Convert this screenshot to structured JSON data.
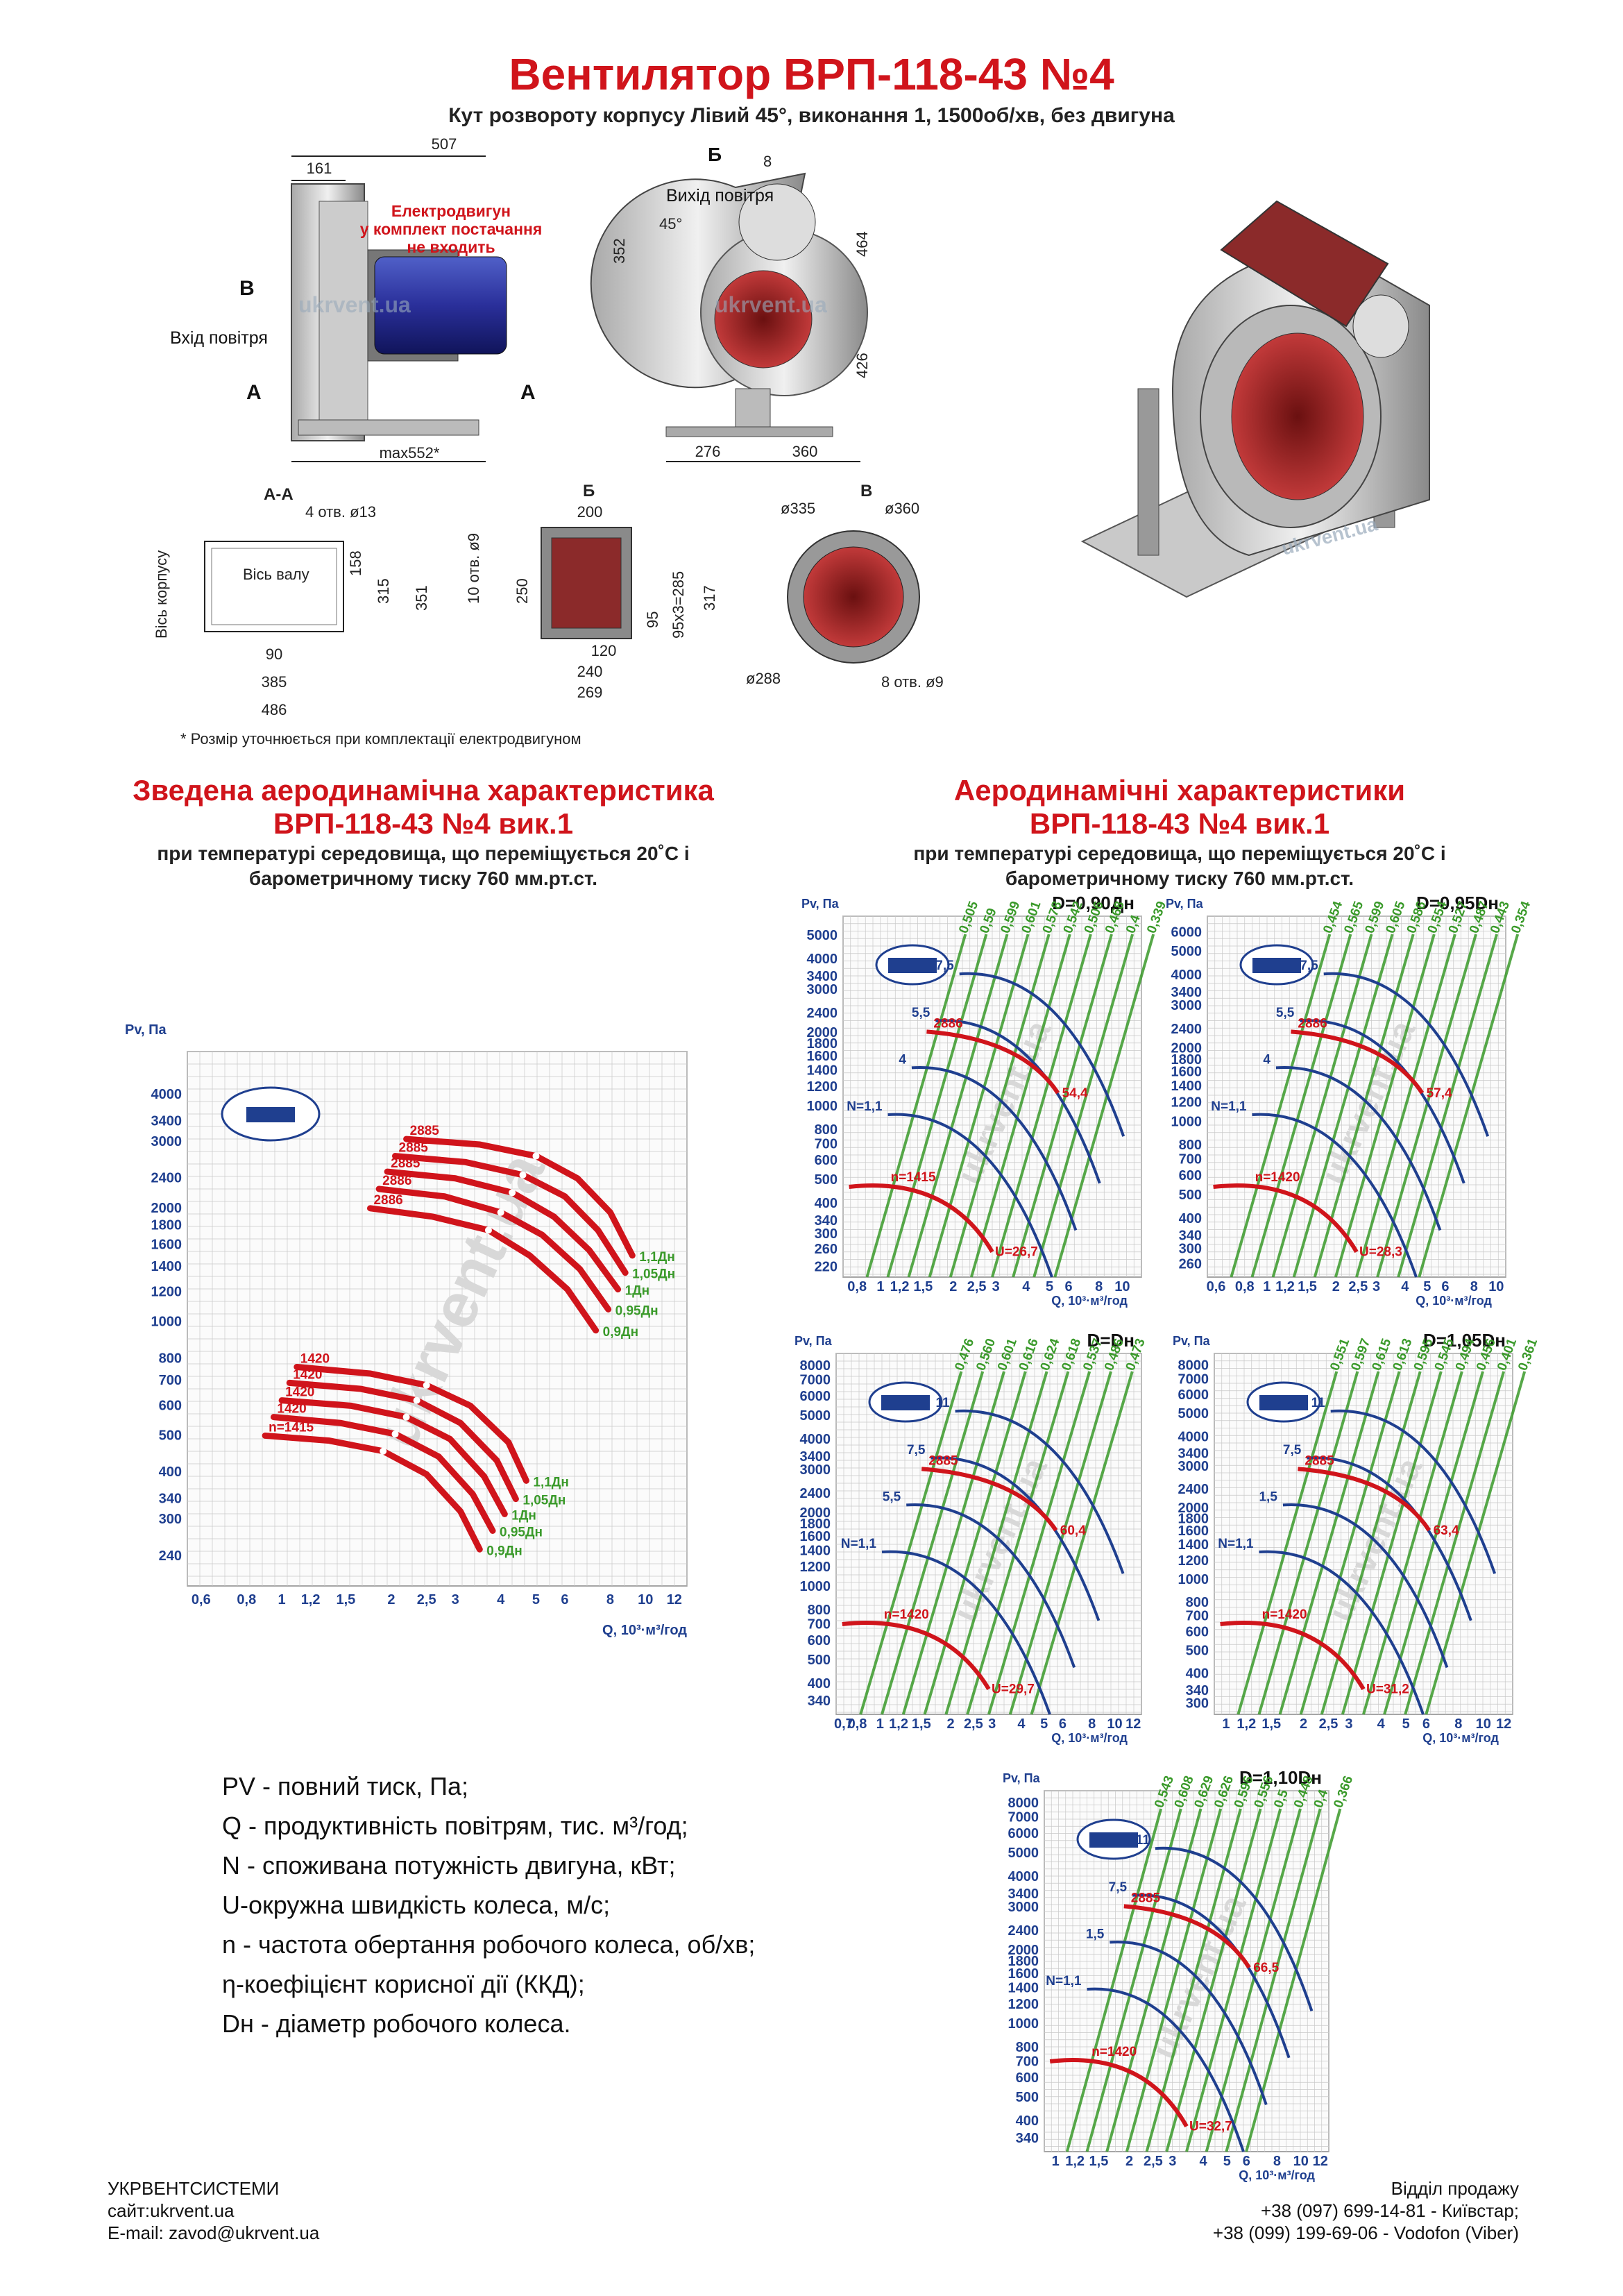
{
  "header": {
    "title": "Вентилятор ВРП-118-43 №4",
    "subtitle": "Кут розвороту корпусу Лівий 45°, виконання 1, 1500об/хв, без двигуна"
  },
  "drawing": {
    "motor_note": [
      "Електродвигун",
      "у комплект постачання",
      "не входить"
    ],
    "inlet_label": "Вхід повітря",
    "outlet_label": "Вихід повітря",
    "watermark": "ukrvent.ua",
    "angle": "45°",
    "view_B": "В",
    "view_A": "А",
    "view_Bv": "Б",
    "section_AA": "А-А",
    "shaft_axis": "Вісь валу",
    "body_axis": "Вісь корпусу",
    "holes_13": "4 отв. ø13",
    "holes_9_10": "10 отв. ø9",
    "holes_9_8": "8 отв. ø9",
    "dims_side": [
      "507",
      "161",
      "max552*"
    ],
    "dims_front": [
      "8",
      "352",
      "464",
      "426",
      "276",
      "360"
    ],
    "dims_aa": [
      "158",
      "315",
      "351",
      "90",
      "385",
      "486"
    ],
    "dims_b": [
      "200",
      "250",
      "95",
      "95х3=285",
      "317",
      "120",
      "240",
      "269"
    ],
    "dims_v": [
      "ø335",
      "ø360",
      "ø288"
    ],
    "footnote": "* Розмір уточнюється при комплектації електродвигуном"
  },
  "section_left": {
    "title_lines": [
      "Зведена аеродинамічна характеристика",
      "ВРП-118-43 №4 вик.1"
    ],
    "sub_lines": [
      "при температурі середовища, що переміщується 20˚С і",
      "барометричному тиску 760 мм.рт.ст."
    ]
  },
  "section_right": {
    "title_lines": [
      "Аеродинамічні характеристики",
      "ВРП-118-43 №4 вик.1"
    ],
    "sub_lines": [
      "при температурі середовища, що переміщується 20˚С і",
      "барометричному тиску 760 мм.рт.ст."
    ]
  },
  "chart_data": [
    {
      "type": "line",
      "title": "Зведена аеродинамічна характеристика ВРП-118-43 №4 вик.1",
      "ylabel": "Pᵥ, Па",
      "xlabel": "Q, 10³·м³/год",
      "x_ticks": [
        "0,6",
        "0,8",
        "1",
        "1,2",
        "1,5",
        "2",
        "2,5",
        "3",
        "4",
        "5",
        "6",
        "8",
        "10",
        "12"
      ],
      "y_ticks": [
        "240",
        "300",
        "340",
        "400",
        "500",
        "600",
        "700",
        "800",
        "1000",
        "1200",
        "1400",
        "1600",
        "1800",
        "2000",
        "2400",
        "3000",
        "3400",
        "4000"
      ],
      "y_scale": "log",
      "x_scale": "log",
      "series": [
        {
          "name": "1,1Дн",
          "rpm": "2885",
          "x": [
            2.2,
            3.5,
            5,
            6.5,
            8.0,
            9.2
          ],
          "y": [
            3050,
            2950,
            2750,
            2400,
            1950,
            1500
          ]
        },
        {
          "name": "1,05Дн",
          "rpm": "2885",
          "x": [
            2.05,
            3.2,
            4.6,
            6.0,
            7.4,
            8.8
          ],
          "y": [
            2750,
            2650,
            2450,
            2150,
            1750,
            1350
          ]
        },
        {
          "name": "1Дн",
          "rpm": "2885",
          "x": [
            1.95,
            3.0,
            4.3,
            5.6,
            7.0,
            8.4
          ],
          "y": [
            2500,
            2400,
            2200,
            1900,
            1550,
            1220
          ]
        },
        {
          "name": "0,95Дн",
          "rpm": "2886",
          "x": [
            1.85,
            2.8,
            4.0,
            5.2,
            6.6,
            7.9
          ],
          "y": [
            2250,
            2150,
            1950,
            1700,
            1380,
            1080
          ]
        },
        {
          "name": "0,9Дн",
          "rpm": "2886",
          "x": [
            1.75,
            2.6,
            3.7,
            4.8,
            6.1,
            7.3
          ],
          "y": [
            2000,
            1900,
            1750,
            1500,
            1220,
            950
          ]
        },
        {
          "name": "1,1Дн",
          "rpm": "1420",
          "x": [
            1.1,
            1.75,
            2.5,
            3.3,
            4.2,
            4.7
          ],
          "y": [
            760,
            730,
            680,
            600,
            480,
            380
          ]
        },
        {
          "name": "1,05Дн",
          "rpm": "1420",
          "x": [
            1.05,
            1.65,
            2.35,
            3.1,
            3.9,
            4.4
          ],
          "y": [
            690,
            665,
            620,
            540,
            430,
            340
          ]
        },
        {
          "name": "1Дн",
          "rpm": "1420",
          "x": [
            1.0,
            1.55,
            2.2,
            2.9,
            3.6,
            4.1
          ],
          "y": [
            620,
            600,
            560,
            490,
            390,
            310
          ]
        },
        {
          "name": "0,95Дн",
          "rpm": "1420",
          "x": [
            0.95,
            1.45,
            2.05,
            2.7,
            3.35,
            3.8
          ],
          "y": [
            560,
            540,
            505,
            440,
            350,
            280
          ]
        },
        {
          "name": "0,9Дн",
          "rpm": "1415",
          "x": [
            0.9,
            1.35,
            1.9,
            2.5,
            3.1,
            3.5
          ],
          "y": [
            500,
            485,
            455,
            395,
            315,
            250
          ]
        }
      ]
    },
    {
      "type": "line",
      "title": "D=0,90Дн",
      "rpm_high": "2886",
      "rpm_low": "n=1415",
      "u_high": "54,4",
      "u_low": "U=26,7",
      "power": [
        "N=1,1",
        "4",
        "5,5",
        "7,5"
      ],
      "eff": [
        "0,505",
        "0,59",
        "0,599",
        "0,601",
        "0,578",
        "0,542",
        "0,506",
        "0,468",
        "0,4",
        "0,339"
      ],
      "x_ticks": [
        "0,8",
        "1",
        "1,2",
        "1,5",
        "2",
        "2,5",
        "3",
        "4",
        "5",
        "6",
        "8",
        "10"
      ],
      "y_ticks": [
        "220",
        "260",
        "300",
        "340",
        "400",
        "500",
        "600",
        "700",
        "800",
        "1000",
        "1200",
        "1400",
        "1600",
        "1800",
        "2000",
        "2400",
        "3000",
        "3400",
        "4000",
        "5000"
      ]
    },
    {
      "type": "line",
      "title": "D=0,95Dн",
      "rpm_high": "2886",
      "rpm_low": "n=1420",
      "u_high": "57,4",
      "u_low": "U=28,3",
      "power": [
        "N=1,1",
        "4",
        "5,5",
        "7,5"
      ],
      "eff": [
        "0,454",
        "0,565",
        "0,599",
        "0,605",
        "0,586",
        "0,554",
        "0,527",
        "0,487",
        "0,443",
        "0,354"
      ],
      "x_ticks": [
        "0,6",
        "0,8",
        "1",
        "1,2",
        "1,5",
        "2",
        "2,5",
        "3",
        "4",
        "5",
        "6",
        "8",
        "10"
      ],
      "y_ticks": [
        "260",
        "300",
        "340",
        "400",
        "500",
        "600",
        "700",
        "800",
        "1000",
        "1200",
        "1400",
        "1600",
        "1800",
        "2000",
        "2400",
        "3000",
        "3400",
        "4000",
        "5000",
        "6000"
      ]
    },
    {
      "type": "line",
      "title": "D=Dн",
      "rpm_high": "2885",
      "rpm_low": "n=1420",
      "u_high": "60,4",
      "u_low": "U=29,7",
      "power": [
        "N=1,1",
        "5,5",
        "7,5",
        "11"
      ],
      "eff": [
        "0,476",
        "0,560",
        "0,601",
        "0,616",
        "0,624",
        "0,618",
        "0,537",
        "0,486",
        "0,473"
      ],
      "x_ticks": [
        "0,7",
        "0,8",
        "1",
        "1,2",
        "1,5",
        "2",
        "2,5",
        "3",
        "4",
        "5",
        "6",
        "8",
        "10",
        "12"
      ],
      "y_ticks": [
        "340",
        "400",
        "500",
        "600",
        "700",
        "800",
        "1000",
        "1200",
        "1400",
        "1600",
        "1800",
        "2000",
        "2400",
        "3000",
        "3400",
        "4000",
        "5000",
        "6000",
        "7000",
        "8000"
      ]
    },
    {
      "type": "line",
      "title": "D=1,05Dн",
      "rpm_high": "2885",
      "rpm_low": "n=1420",
      "u_high": "63,4",
      "u_low": "U=31,2",
      "power": [
        "N=1,1",
        "1,5",
        "7,5",
        "11"
      ],
      "eff": [
        "0,551",
        "0,597",
        "0,615",
        "0,613",
        "0,595",
        "0,545",
        "0,494",
        "0,456",
        "0,401",
        "0,361"
      ],
      "x_ticks": [
        "1",
        "1,2",
        "1,5",
        "2",
        "2,5",
        "3",
        "4",
        "5",
        "6",
        "8",
        "10",
        "12"
      ],
      "y_ticks": [
        "300",
        "340",
        "400",
        "500",
        "600",
        "700",
        "800",
        "1000",
        "1200",
        "1400",
        "1600",
        "1800",
        "2000",
        "2400",
        "3000",
        "3400",
        "4000",
        "5000",
        "6000",
        "7000",
        "8000"
      ]
    },
    {
      "type": "line",
      "title": "D=1,10Dн",
      "rpm_high": "2885",
      "rpm_low": "n=1420",
      "u_high": "66,5",
      "u_low": "U=32,7",
      "power": [
        "N=1,1",
        "1,5",
        "7,5",
        "11"
      ],
      "eff": [
        "0,543",
        "0,608",
        "0,629",
        "0,626",
        "0,596",
        "0,556",
        "0,5",
        "0,448",
        "0,4",
        "0,366"
      ],
      "x_ticks": [
        "1",
        "1,2",
        "1,5",
        "2",
        "2,5",
        "3",
        "4",
        "5",
        "6",
        "8",
        "10",
        "12"
      ],
      "y_ticks": [
        "340",
        "400",
        "500",
        "600",
        "700",
        "800",
        "1000",
        "1200",
        "1400",
        "1600",
        "1800",
        "2000",
        "2400",
        "3000",
        "3400",
        "4000",
        "5000",
        "6000",
        "7000",
        "8000"
      ]
    }
  ],
  "axis": {
    "p_label": "P",
    "p_sub": "v",
    "p_unit": ", Па",
    "q_label": "Q, 10³·м³/год"
  },
  "legend": [
    {
      "k": "PV",
      "v": " - повний тиск, Па;"
    },
    {
      "k": "Q",
      "v": " - продуктивність повітрям, тис. м³/год;"
    },
    {
      "k": "N",
      "v": " - споживана потужність двигуна, кВт;"
    },
    {
      "k": "U",
      "v": "-окружна швидкість колеса, м/с;"
    },
    {
      "k": "n",
      "v": " - частота обертання робочого колеса, об/хв;"
    },
    {
      "k": "η",
      "v": "-коефіцієнт корисної дії (ККД);"
    },
    {
      "k": "Dн",
      "v": " - діаметр робочого колеса."
    }
  ],
  "footer": {
    "company": "УКРВЕНТСИСТЕМИ",
    "site": "сайт:ukrvent.ua",
    "email": "E-mail: zavod@ukrvent.ua",
    "dept": "Відділ продажу",
    "phone1": "+38 (097) 699-14-81 - Київстар;",
    "phone2": "+38 (099) 199-69-06 - Vodofon (Viber)"
  },
  "colors": {
    "red": "#d0141b",
    "blue": "#1f3f8f",
    "green": "#3a9a2a",
    "grid": "#c8c8c8"
  }
}
